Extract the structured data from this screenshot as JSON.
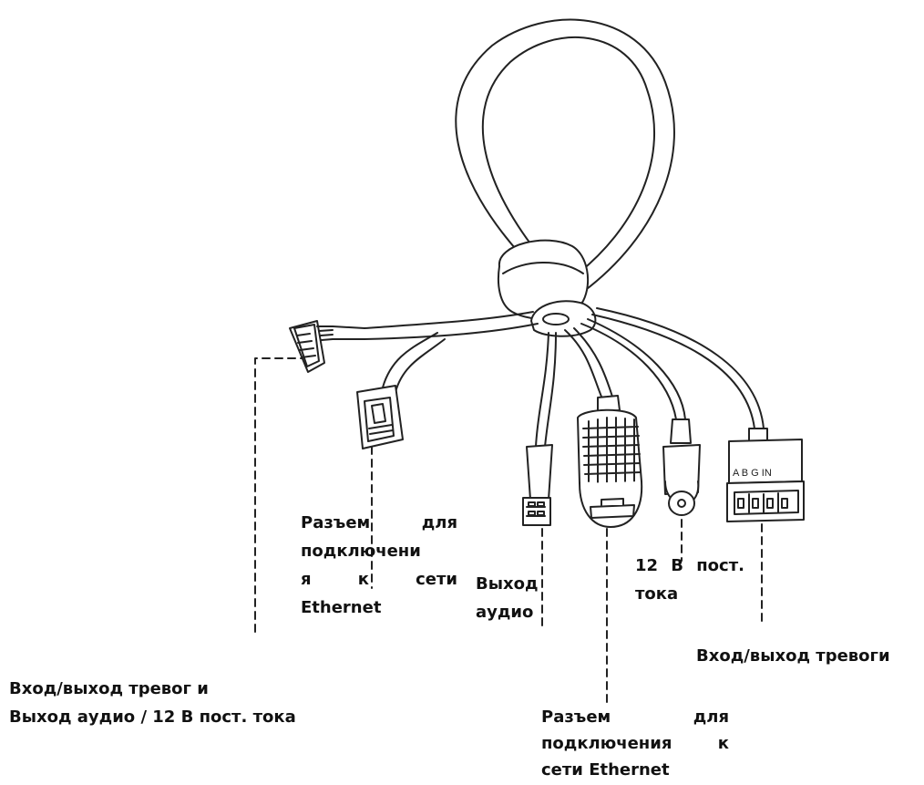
{
  "colors": {
    "stroke": "#222222",
    "background": "#ffffff",
    "text": "#111111"
  },
  "connector_markings": {
    "alarm_block_letters": "A B G IN"
  },
  "labels": {
    "ethernet_left": {
      "line1": [
        "Разъем",
        "для"
      ],
      "line2": "подключени",
      "line3": [
        "я",
        "к",
        "сети"
      ],
      "line4": "Ethernet"
    },
    "audio_out": {
      "line1": "Выход",
      "line2": "аудио"
    },
    "power_12v": {
      "line1": [
        "12",
        "В",
        "пост."
      ],
      "line2": "тока"
    },
    "alarm_io": "Вход/выход тревоги",
    "multi_connector": {
      "line1": "Вход/выход тревог и",
      "line2": "Выход аудио / 12 В пост. тока"
    },
    "ethernet_bottom": {
      "line1": [
        "Разъем",
        "для"
      ],
      "line2": [
        "подключения",
        "к"
      ],
      "line3": "сети Ethernet"
    }
  }
}
